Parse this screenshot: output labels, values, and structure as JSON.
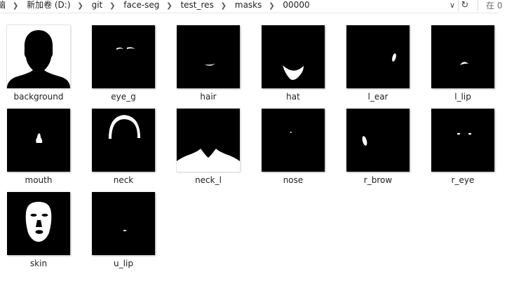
{
  "address_bar": {
    "crumbs": [
      "脑",
      "新加卷 (D:)",
      "git",
      "face-seg",
      "test_res",
      "masks",
      "00000"
    ],
    "separator_icon": "chevron-right-icon",
    "dropdown_icon": "chevron-down-icon",
    "refresh_icon": "refresh-icon",
    "search_placeholder": "在 0"
  },
  "files": [
    {
      "name": "background"
    },
    {
      "name": "eye_g"
    },
    {
      "name": "hair"
    },
    {
      "name": "hat"
    },
    {
      "name": "l_ear"
    },
    {
      "name": "l_lip"
    },
    {
      "name": "mouth"
    },
    {
      "name": "neck"
    },
    {
      "name": "neck_l"
    },
    {
      "name": "nose"
    },
    {
      "name": "r_brow"
    },
    {
      "name": "r_eye"
    },
    {
      "name": "skin"
    },
    {
      "name": "u_lip"
    }
  ],
  "colors": {
    "mask_background": "#000000",
    "mask_foreground": "#ffffff"
  }
}
